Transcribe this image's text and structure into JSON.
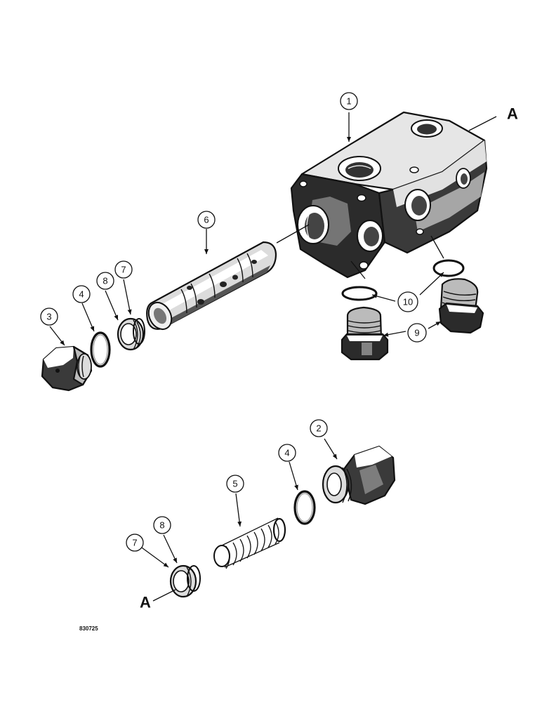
{
  "figure_code": "830725",
  "reference_label": "A",
  "callouts": {
    "housing": "1",
    "fitting": "2",
    "plug_cap": "3",
    "oring_upper": "4",
    "oring_lower": "4",
    "spring": "5",
    "spool": "6",
    "seal_upper": "7",
    "seal_lower": "7",
    "ring_upper": "8",
    "ring_lower": "8",
    "plugs": "9",
    "orings_pair": "10"
  }
}
